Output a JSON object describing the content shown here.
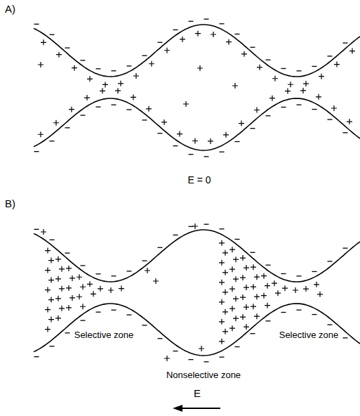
{
  "diagram": {
    "labels": [
      "A)",
      "E = 0",
      "B)",
      "Selective zone",
      "Selective zone",
      "Nonselective zone",
      "E"
    ]
  }
}
